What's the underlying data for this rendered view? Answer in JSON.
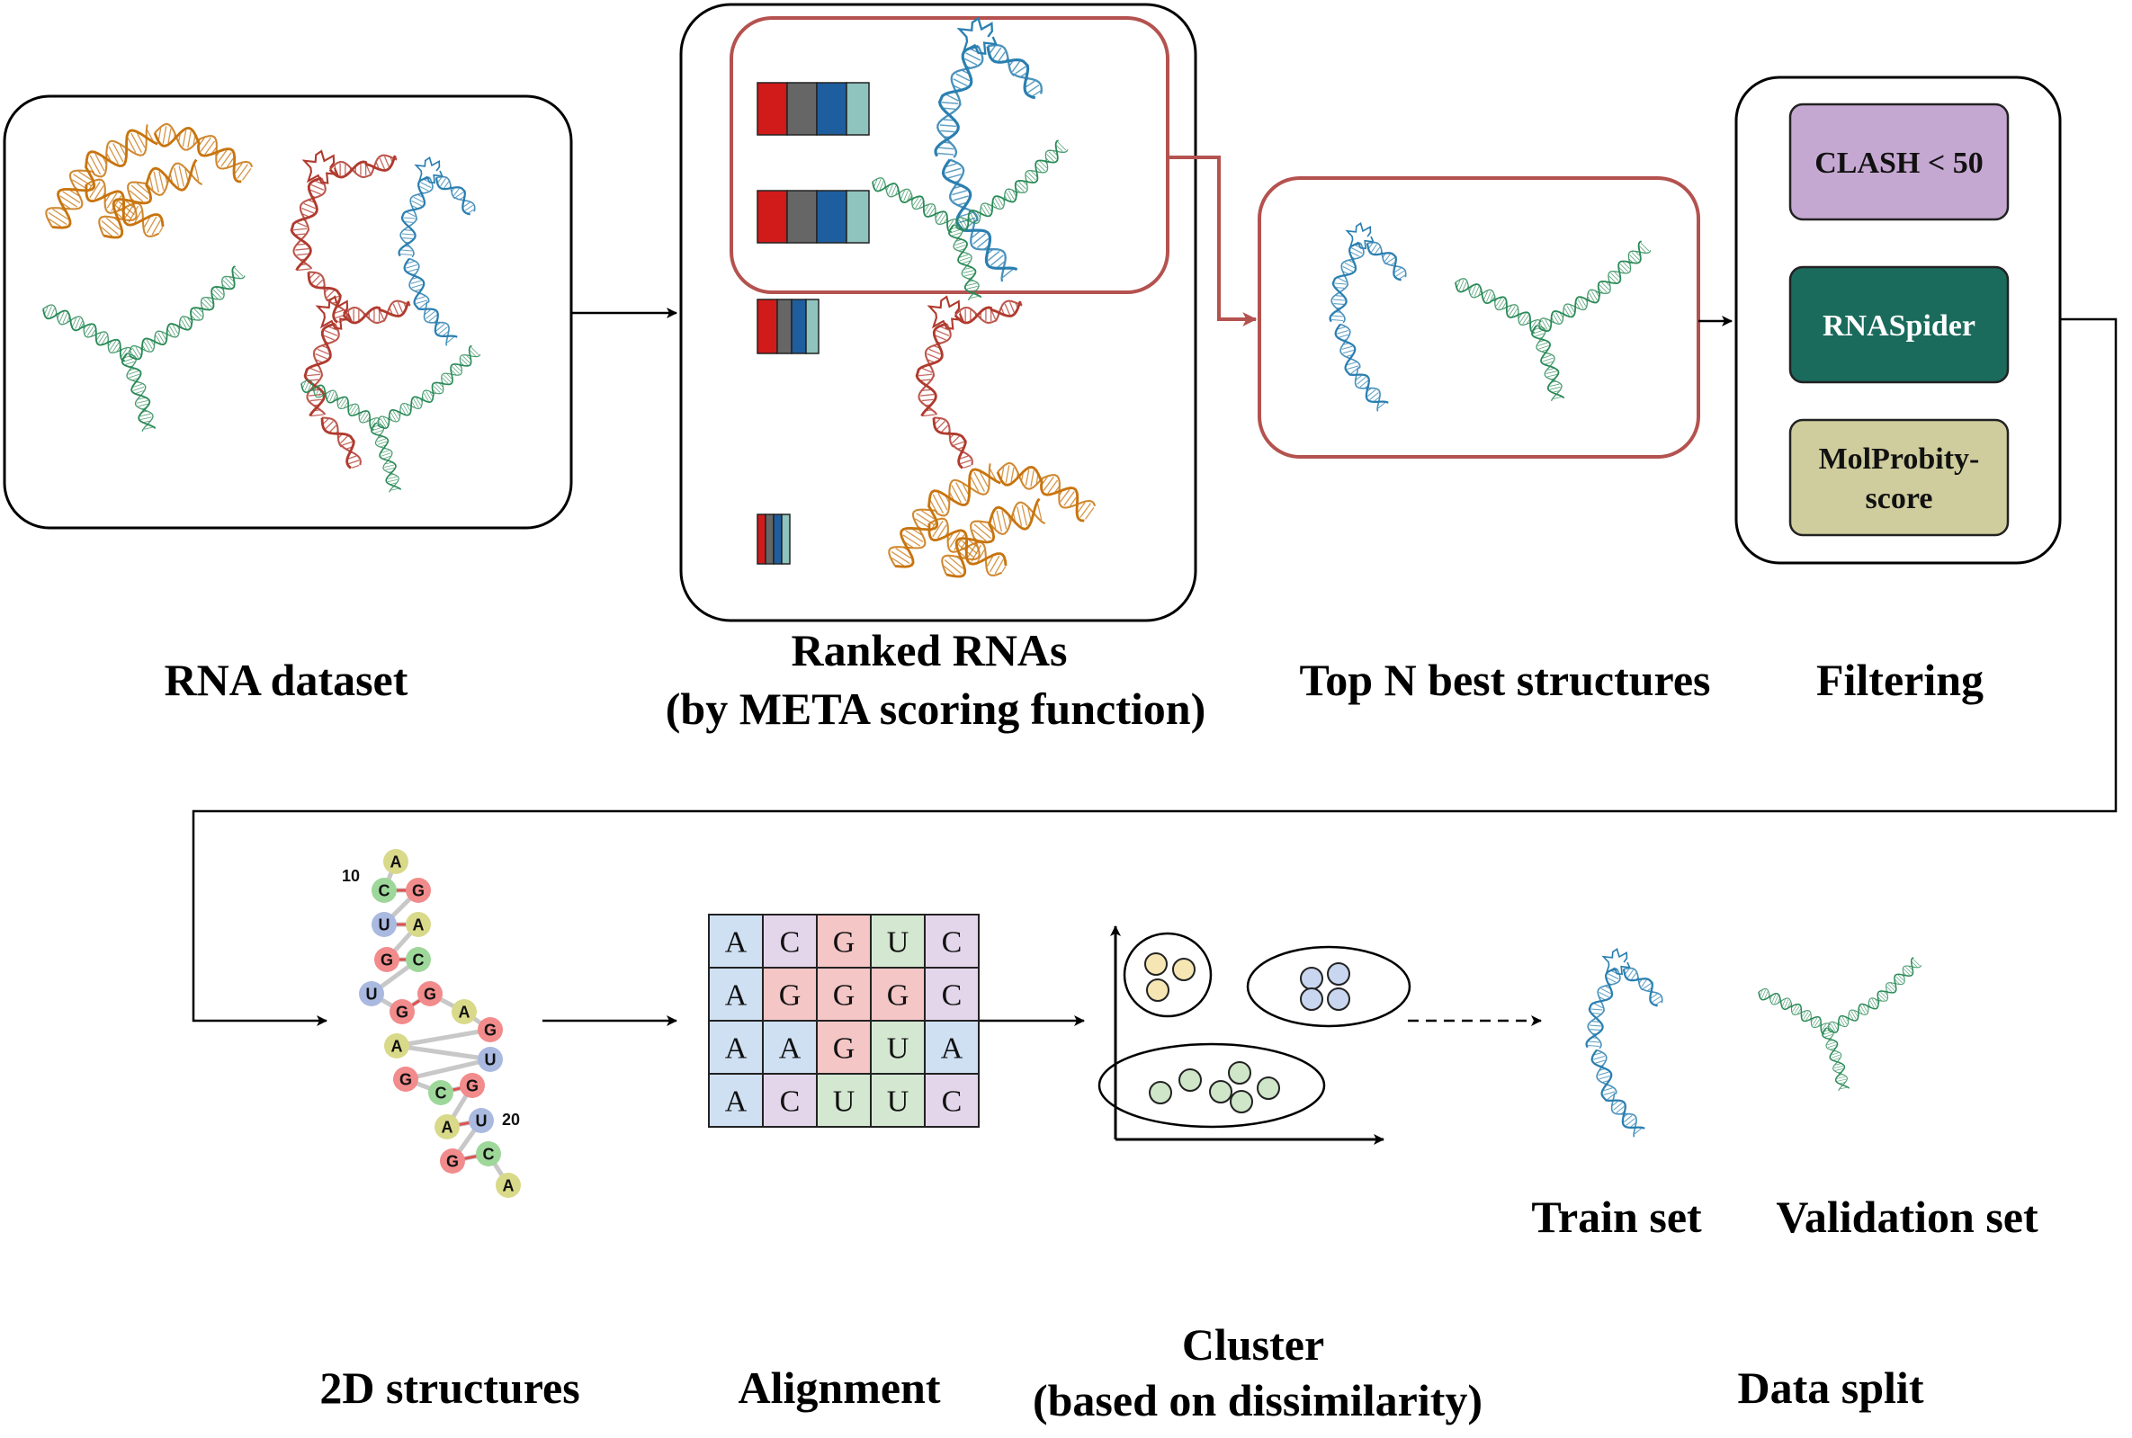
{
  "captions": {
    "rna_dataset": "RNA dataset",
    "ranked_line1": "Ranked RNAs",
    "ranked_line2": "(by META scoring function)",
    "top_n": "Top N best structures",
    "filtering": "Filtering",
    "structures_2d": "2D structures",
    "alignment": "Alignment",
    "cluster_line1": "Cluster",
    "cluster_line2": "(based on dissimilarity)",
    "data_split": "Data split",
    "train_set": "Train set",
    "validation_set": "Validation set"
  },
  "filters": [
    {
      "label_lines": [
        "CLASH < 50"
      ],
      "fill": "#c5a8d1",
      "text_color": "#111111"
    },
    {
      "label_lines": [
        "RNASpider"
      ],
      "fill": "#1a6b5c",
      "text_color": "#ffffff"
    },
    {
      "label_lines": [
        "MolProbity-",
        "score"
      ],
      "fill": "#cfcd9d",
      "text_color": "#111111"
    }
  ],
  "alignment": {
    "rows": [
      [
        "A",
        "C",
        "G",
        "U",
        "C"
      ],
      [
        "A",
        "G",
        "G",
        "G",
        "C"
      ],
      [
        "A",
        "A",
        "G",
        "U",
        "A"
      ],
      [
        "A",
        "C",
        "U",
        "U",
        "C"
      ]
    ],
    "colors": {
      "A": "#cfe0f3",
      "C": "#e4d6ea",
      "G": "#f5c6c6",
      "U": "#d4e8d1"
    }
  },
  "secondary_structure": {
    "nucleotides": [
      "A",
      "C",
      "G",
      "U",
      "A",
      "G",
      "C",
      "U",
      "G",
      "G",
      "A",
      "G",
      "A",
      "U",
      "G",
      "C",
      "G",
      "A",
      "U",
      "G",
      "C",
      "A"
    ],
    "position_labels": [
      "10",
      "20"
    ],
    "colors": {
      "A": "#d9d98a",
      "C": "#9ed79a",
      "G": "#f28b8b",
      "U": "#a9b9e0"
    }
  },
  "palette": {
    "orange": "#c8740e",
    "red": "#b03a2e",
    "blue": "#2a7fb0",
    "green": "#2a8a57",
    "highlight": "#b4524f",
    "rank_colors": [
      "#d11a1a",
      "#666666",
      "#1f5e9e",
      "#8fc3be"
    ]
  },
  "icons": [
    "rna-3d-structure-icon",
    "rank-bar-icon",
    "cluster-scatter-icon"
  ]
}
